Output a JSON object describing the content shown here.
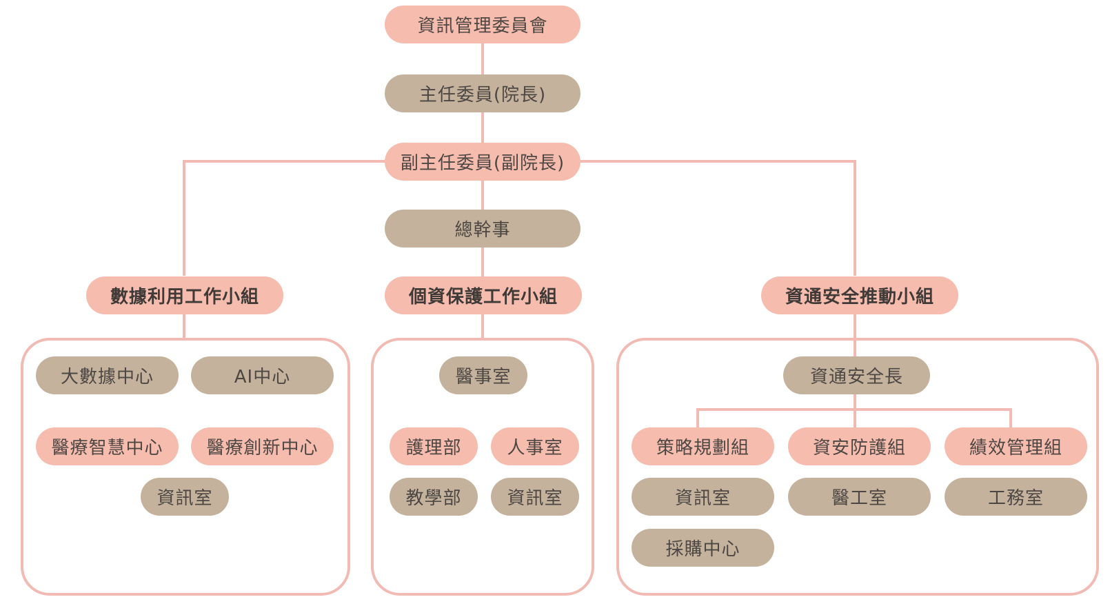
{
  "colors": {
    "pink_node": "#f6bcae",
    "tan_node": "#c4b29c",
    "connector": "#f1bbb4",
    "text": "#4d4744"
  },
  "top": {
    "committee": "資訊管理委員會",
    "chair": "主任委員(院長)",
    "vice_chair": "副主任委員(副院長)",
    "secretary": "總幹事"
  },
  "groups": {
    "data": {
      "title": "數據利用工作小組",
      "members": [
        "大數據中心",
        "AI中心",
        "醫療智慧中心",
        "醫療創新中心",
        "資訊室"
      ]
    },
    "privacy": {
      "title": "個資保護工作小組",
      "head": "醫事室",
      "members": [
        "護理部",
        "人事室",
        "教學部",
        "資訊室"
      ]
    },
    "security": {
      "title": "資通安全推動小組",
      "head": "資通安全長",
      "teams": [
        "策略規劃組",
        "資安防護組",
        "績效管理組"
      ],
      "members": [
        "資訊室",
        "醫工室",
        "工務室",
        "採購中心"
      ]
    }
  }
}
